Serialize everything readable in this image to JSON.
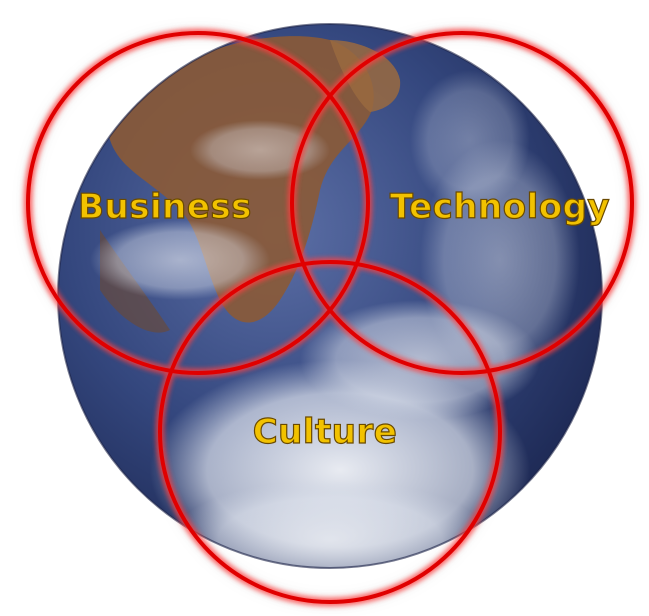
{
  "diagram": {
    "type": "venn",
    "background_image": "earth-globe",
    "labels": {
      "business": "Business",
      "technology": "Technology",
      "culture": "Culture"
    },
    "colors": {
      "ring": "#e00000",
      "label_fill": "#f2c200",
      "label_outline": "#6a4a00",
      "ocean": "#2c3f78",
      "land": "#8a5a35",
      "cloud": "#e8ecf2"
    }
  }
}
